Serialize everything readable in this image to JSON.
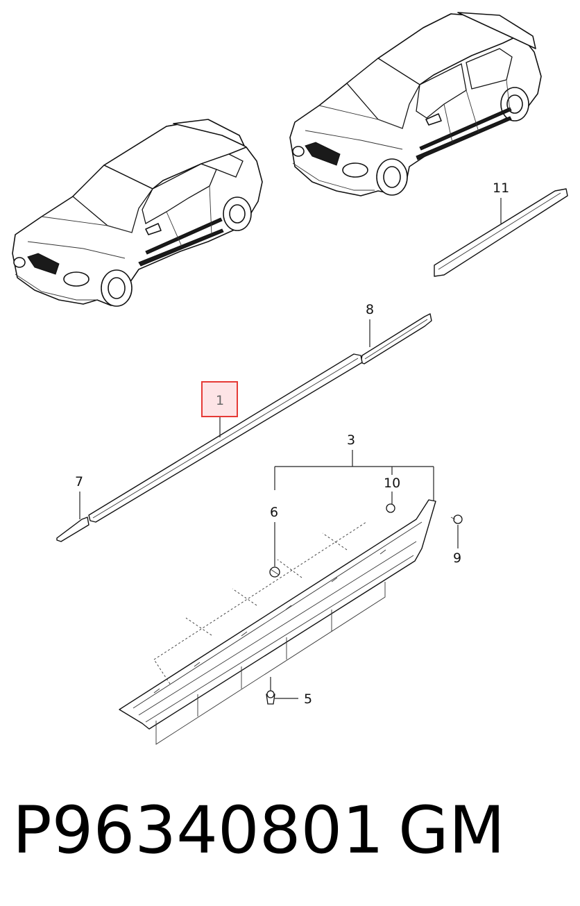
{
  "diagram": {
    "callouts": [
      {
        "id": "1",
        "label": "1",
        "highlighted": true
      },
      {
        "id": "3",
        "label": "3"
      },
      {
        "id": "5",
        "label": "5"
      },
      {
        "id": "6",
        "label": "6"
      },
      {
        "id": "7",
        "label": "7"
      },
      {
        "id": "8",
        "label": "8"
      },
      {
        "id": "9",
        "label": "9"
      },
      {
        "id": "10",
        "label": "10"
      },
      {
        "id": "11",
        "label": "11"
      }
    ],
    "highlight_color": "#e53935",
    "highlight_fill": "#fde4e6"
  },
  "footer": {
    "part_number": "P96340801",
    "brand": "GM"
  }
}
